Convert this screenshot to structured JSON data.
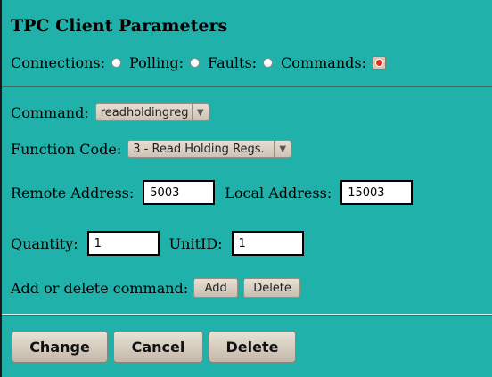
{
  "title": "TPC Client Parameters",
  "connections": {
    "label": "Connections:",
    "options": [
      {
        "label": "Polling:",
        "checked": false
      },
      {
        "label": "Faults:",
        "checked": false
      },
      {
        "label": "Commands:",
        "checked": true
      }
    ]
  },
  "command": {
    "label": "Command:",
    "selected": "readholdingreg"
  },
  "function_code": {
    "label": "Function Code:",
    "selected": "3 - Read Holding Regs."
  },
  "remote_address": {
    "label": "Remote Address:",
    "value": "5003"
  },
  "local_address": {
    "label": "Local Address:",
    "value": "15003"
  },
  "quantity": {
    "label": "Quantity:",
    "value": "1"
  },
  "unit_id": {
    "label": "UnitID:",
    "value": "1"
  },
  "add_delete": {
    "label": "Add or delete command:",
    "add_label": "Add",
    "delete_label": "Delete"
  },
  "footer": {
    "change_label": "Change",
    "cancel_label": "Cancel",
    "delete_label": "Delete"
  },
  "colors": {
    "background": "#20b2aa",
    "radio_selected": "#e03020"
  }
}
